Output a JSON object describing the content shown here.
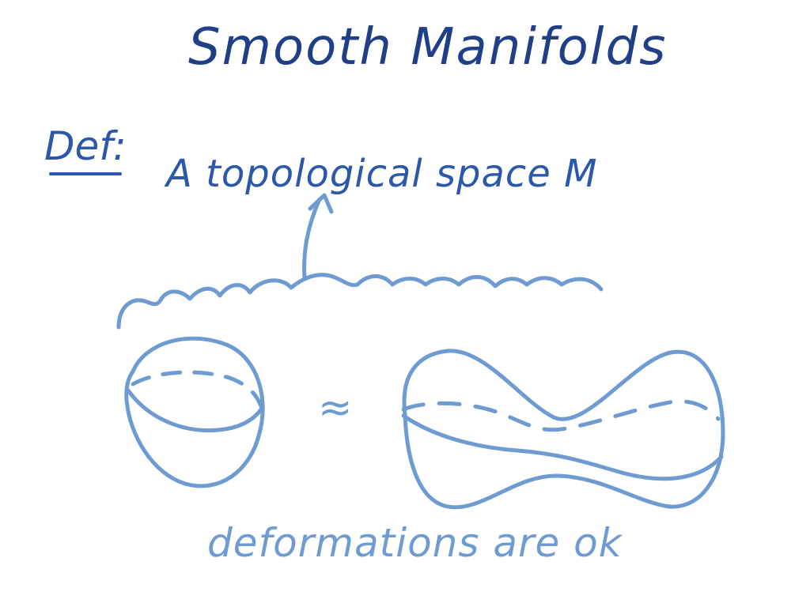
{
  "title": "Smooth Manifolds",
  "definition": {
    "label": "Def:",
    "text": "A topological space M"
  },
  "relation_symbol": "≈",
  "caption": "deformations are ok",
  "colors": {
    "title_ink": "#1f3f86",
    "definition_ink": "#2b58a8",
    "sketch_ink": "#6f9bd3"
  }
}
